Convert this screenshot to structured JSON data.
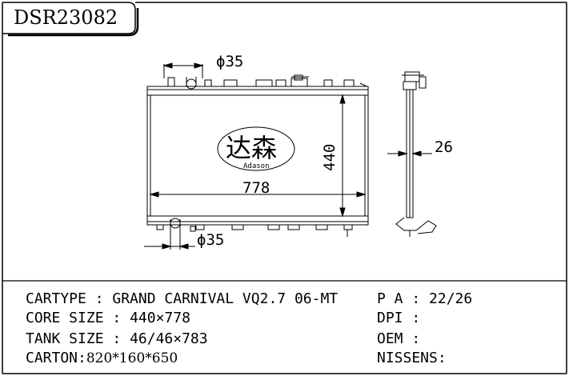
{
  "header": {
    "code": "DSR23082"
  },
  "drawing": {
    "dim_width": "778",
    "dim_height": "440",
    "dim_thickness": "26",
    "dim_inlet": "ϕ35",
    "dim_outlet": "ϕ35",
    "logo_cn": "达森",
    "logo_en": "Adason"
  },
  "specs": {
    "cartype_label": "CARTYPE",
    "cartype_value": "GRAND CARNIVAL VQ2.7 06-MT",
    "core_label": "CORE SIZE",
    "core_value": "440×778",
    "tank_label": "TANK SIZE",
    "tank_value": "46/46×783",
    "carton_label": "CARTON:",
    "carton_value": "820*160*650",
    "pa_label": "P A",
    "pa_value": "22/26",
    "dpi_label": "DPI",
    "dpi_value": "",
    "oem_label": "OEM",
    "oem_value": "",
    "nissens_label": "NISSENS:",
    "nissens_value": ""
  }
}
